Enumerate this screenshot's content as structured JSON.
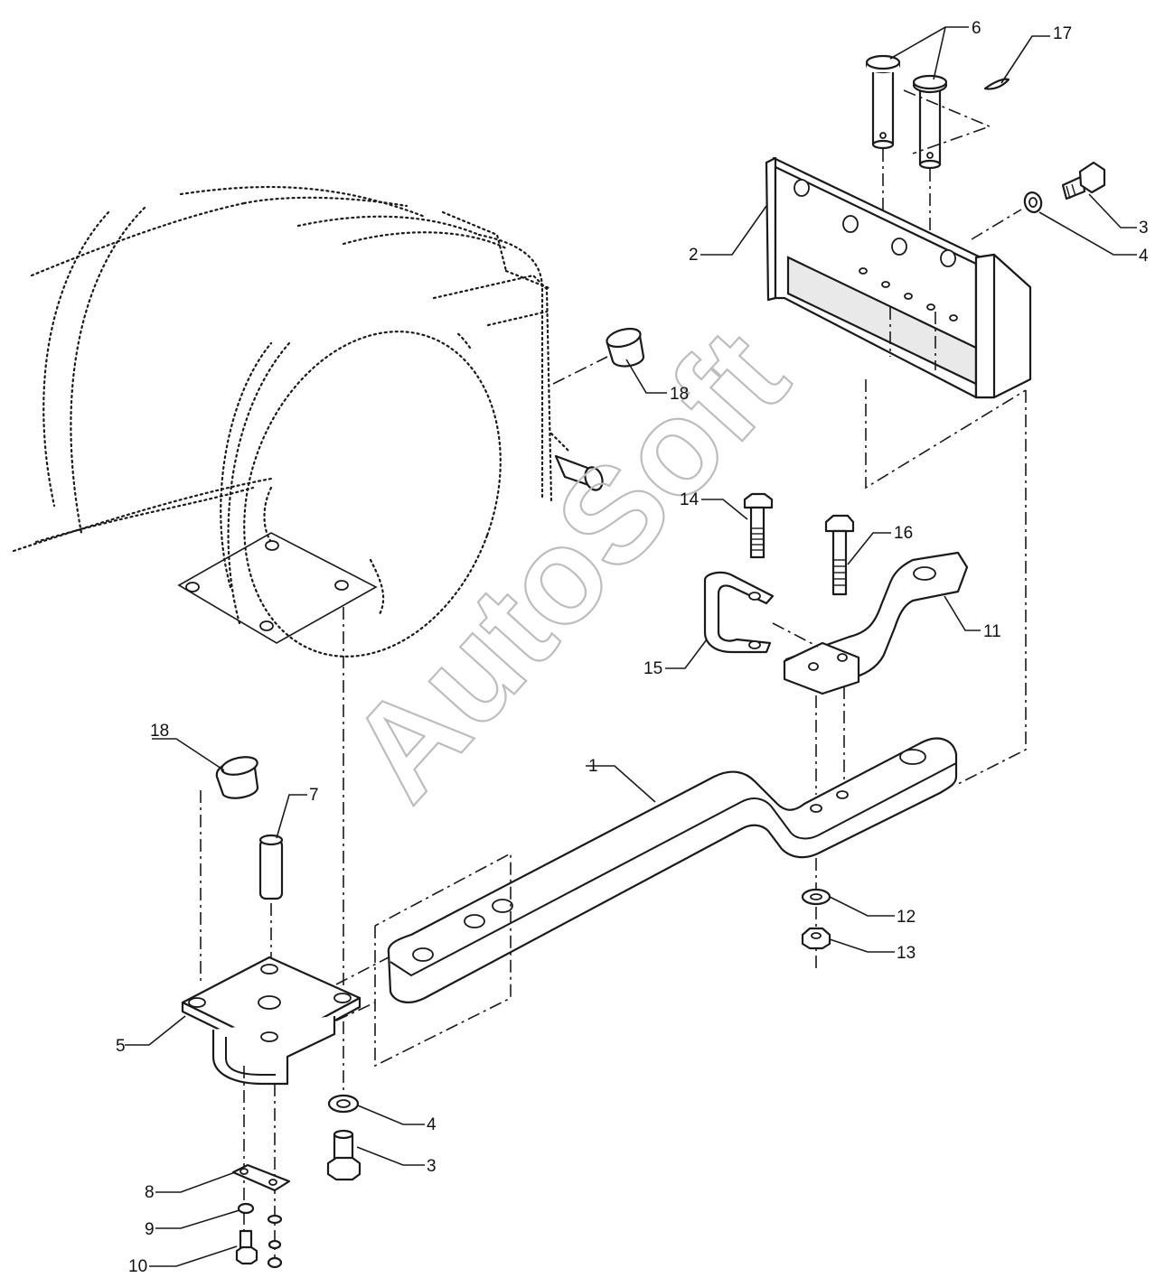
{
  "watermark": "AutoSoft",
  "callouts": [
    {
      "id": "c1",
      "label": "1"
    },
    {
      "id": "c2",
      "label": "2"
    },
    {
      "id": "c3a",
      "label": "3"
    },
    {
      "id": "c3b",
      "label": "3"
    },
    {
      "id": "c4a",
      "label": "4"
    },
    {
      "id": "c4b",
      "label": "4"
    },
    {
      "id": "c5",
      "label": "5"
    },
    {
      "id": "c6",
      "label": "6"
    },
    {
      "id": "c7",
      "label": "7"
    },
    {
      "id": "c8",
      "label": "8"
    },
    {
      "id": "c9",
      "label": "9"
    },
    {
      "id": "c10",
      "label": "10"
    },
    {
      "id": "c11",
      "label": "11"
    },
    {
      "id": "c12",
      "label": "12"
    },
    {
      "id": "c13",
      "label": "13"
    },
    {
      "id": "c14",
      "label": "14"
    },
    {
      "id": "c15",
      "label": "15"
    },
    {
      "id": "c16",
      "label": "16"
    },
    {
      "id": "c17",
      "label": "17"
    },
    {
      "id": "c18a",
      "label": "18"
    },
    {
      "id": "c18b",
      "label": "18"
    }
  ]
}
